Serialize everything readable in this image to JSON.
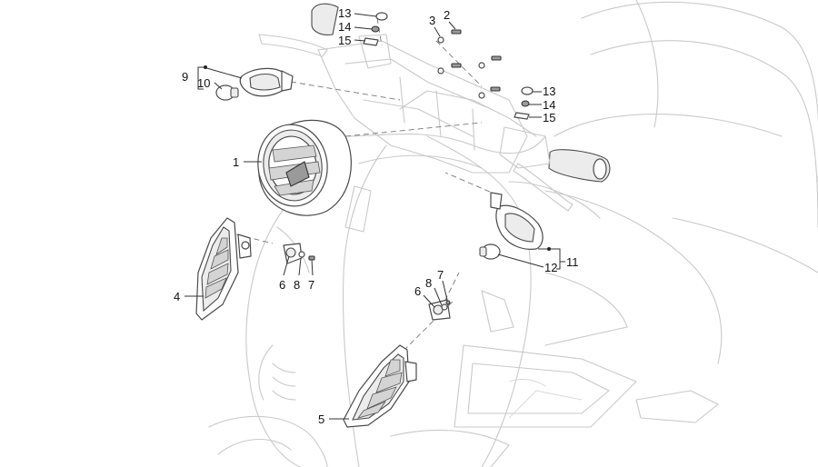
{
  "callouts": {
    "c1": "1",
    "c2": "2",
    "c3": "3",
    "c4": "4",
    "c5": "5",
    "c6a": "6",
    "c7a": "7",
    "c8a": "8",
    "c6b": "6",
    "c7b": "7",
    "c8b": "8",
    "c9": "9",
    "c10": "10",
    "c11": "11",
    "c12": "12",
    "c13a": "13",
    "c14a": "14",
    "c15a": "15",
    "c13b": "13",
    "c14b": "14",
    "c15b": "15"
  }
}
